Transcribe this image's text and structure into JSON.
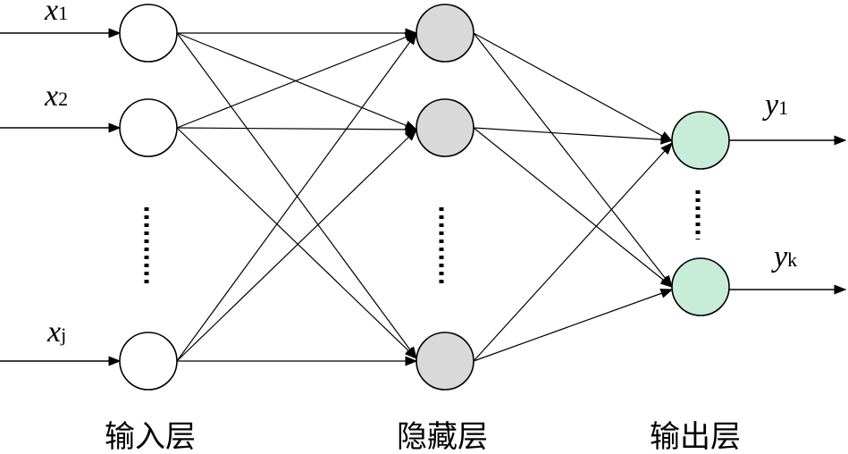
{
  "inputs": [
    {
      "var": "x",
      "sub": "1"
    },
    {
      "var": "x",
      "sub": "2"
    },
    {
      "var": "x",
      "sub": "j"
    }
  ],
  "outputs": [
    {
      "var": "y",
      "sub": "1"
    },
    {
      "var": "y",
      "sub": "k"
    }
  ],
  "layers": {
    "input": "输入层",
    "hidden": "隐藏层",
    "output": "输出层"
  },
  "colors": {
    "input_node": "#ffffff",
    "hidden_node": "#d9d9d9",
    "output_node": "#c7ecd8",
    "stroke": "#000000"
  }
}
